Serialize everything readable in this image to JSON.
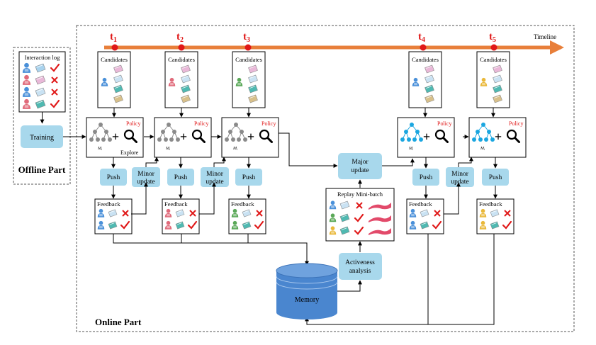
{
  "offline": {
    "title": "Offline Part",
    "log_title": "Interaction log",
    "training_label": "Training",
    "log_rows": [
      {
        "user_color": "#4a90d9",
        "item_color": "#a9d3ee",
        "mark": "check"
      },
      {
        "user_color": "#e06a7a",
        "item_color": "#e9b8d8",
        "mark": "cross"
      },
      {
        "user_color": "#4a90d9",
        "item_color": "#c9e2f3",
        "mark": "cross"
      },
      {
        "user_color": "#e06a7a",
        "item_color": "#4fb9b1",
        "mark": "check"
      }
    ]
  },
  "online": {
    "title": "Online Part",
    "timeline_label": "Timeline",
    "time_steps": [
      {
        "label": "t",
        "sub": "1"
      },
      {
        "label": "t",
        "sub": "2"
      },
      {
        "label": "t",
        "sub": "3"
      },
      {
        "label": "t",
        "sub": "4"
      },
      {
        "label": "t",
        "sub": "5"
      }
    ],
    "candidates_label": "Candidates",
    "policy_label": "Policy",
    "explore_label": "Explore",
    "model_labels": [
      "M",
      "M",
      "M",
      "M",
      "M"
    ],
    "push_label": "Push",
    "minor_update_label": "Minor update",
    "major_update_label": "Major update",
    "feedback_label": "Feedback",
    "replay_label": "Replay Mini-batch",
    "activeness_label": "Activeness analysis",
    "memory_label": "Memory"
  },
  "colors": {
    "box_fill": "#a8d8ec",
    "box_stroke": "#6ab4d4",
    "timeline": "#e87f3a",
    "dot": "#e01818",
    "policy_red": "#e01818",
    "memory": "#4a86cf",
    "check": "#e01818",
    "cross": "#e01818",
    "tree_gray": "#8a8a8a",
    "tree_blue": "#1aa6e0"
  },
  "icons": [
    "user-icon",
    "item-icon",
    "check-icon",
    "cross-icon",
    "magnifier-icon",
    "tree-icon",
    "database-icon",
    "wave-icon"
  ]
}
